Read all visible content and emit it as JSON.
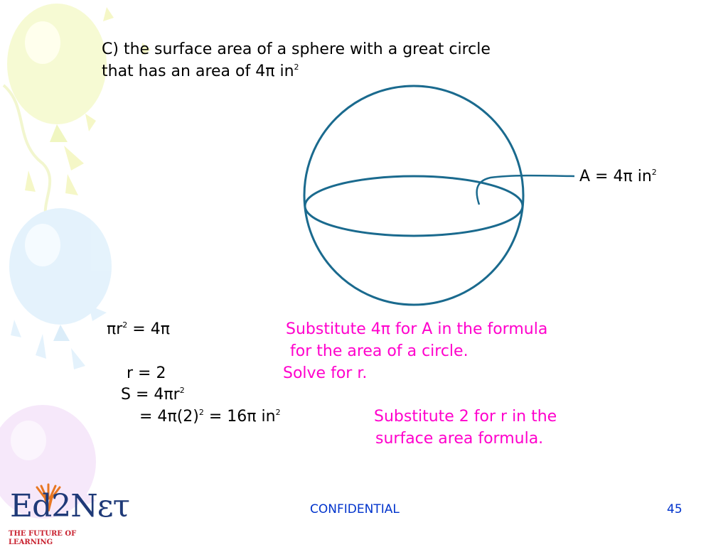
{
  "title": {
    "line1": "C) the surface area of a sphere with a great circle",
    "line2_prefix": "that has an area of 4",
    "pi": "π",
    "line2_suffix": " in",
    "exp": "2"
  },
  "diagram": {
    "label_prefix": "A = 4",
    "label_pi": "π",
    "label_suffix": " in",
    "label_exp": "2"
  },
  "steps": {
    "s1_pi": "π",
    "s1_r": "r",
    "s1_exp": "2",
    "s1_rest": " = 4",
    "s1_pi2": "π",
    "s2": "r = 2",
    "s3_prefix": "S = 4",
    "s3_pi": "π",
    "s3_r": "r",
    "s3_exp": "2",
    "s4_prefix": "= 4",
    "s4_pi": "π",
    "s4_mid": "(2)",
    "s4_exp": "2",
    "s4_eq": " = 16",
    "s4_pi2": "π",
    "s4_in": " in",
    "s4_exp2": "2"
  },
  "notes": {
    "n1_line1_prefix": "Substitute 4",
    "n1_pi": "π",
    "n1_line1_suffix": " for A in the formula",
    "n1_line2": "for the area of a circle.",
    "n2": "Solve for r.",
    "n3_line1": "Substitute 2 for r in the",
    "n3_line2": "surface area formula."
  },
  "footer": {
    "confidential": "CONFIDENTIAL",
    "page": "45"
  },
  "logo": {
    "text": "Ed2Nετ",
    "tagline": "THE FUTURE OF LEARNING"
  },
  "colors": {
    "note": "#ff00cc",
    "sphere": "#1a6a8e",
    "footer": "#0033cc"
  }
}
